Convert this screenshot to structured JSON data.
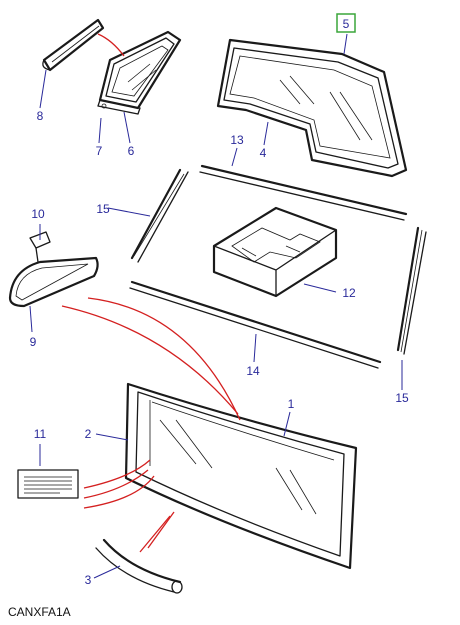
{
  "diagram_code": "CANXFA1A",
  "highlight_color": "#3aa63a",
  "callout_color": "#2a2a9a",
  "assembly_line_color": "#d42020",
  "callouts": [
    {
      "id": "1",
      "label": "1"
    },
    {
      "id": "2",
      "label": "2"
    },
    {
      "id": "3",
      "label": "3"
    },
    {
      "id": "4",
      "label": "4"
    },
    {
      "id": "5",
      "label": "5",
      "highlighted": true
    },
    {
      "id": "6",
      "label": "6"
    },
    {
      "id": "7",
      "label": "7"
    },
    {
      "id": "8",
      "label": "8"
    },
    {
      "id": "9",
      "label": "9"
    },
    {
      "id": "10",
      "label": "10"
    },
    {
      "id": "11",
      "label": "11"
    },
    {
      "id": "12",
      "label": "12"
    },
    {
      "id": "13",
      "label": "13"
    },
    {
      "id": "14",
      "label": "14"
    },
    {
      "id": "15a",
      "label": "15"
    },
    {
      "id": "15b",
      "label": "15"
    }
  ]
}
